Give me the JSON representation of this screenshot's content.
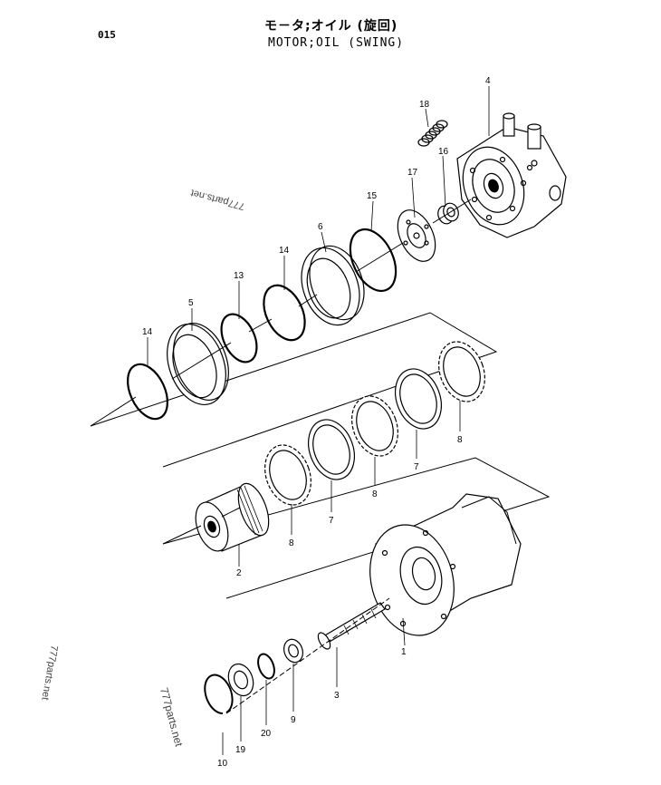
{
  "page_code": "015",
  "title_jp": "モ－タ;オイル (旋回)",
  "title_en": "MOTOR;OIL (SWING)",
  "watermarks": [
    "777parts.net",
    "777parts.net",
    "777parts.net"
  ],
  "callouts": [
    "18",
    "4",
    "16",
    "17",
    "15",
    "6",
    "14",
    "13",
    "5",
    "14",
    "8",
    "7",
    "8",
    "7",
    "8",
    "2",
    "1",
    "3",
    "9",
    "20",
    "19",
    "10"
  ]
}
